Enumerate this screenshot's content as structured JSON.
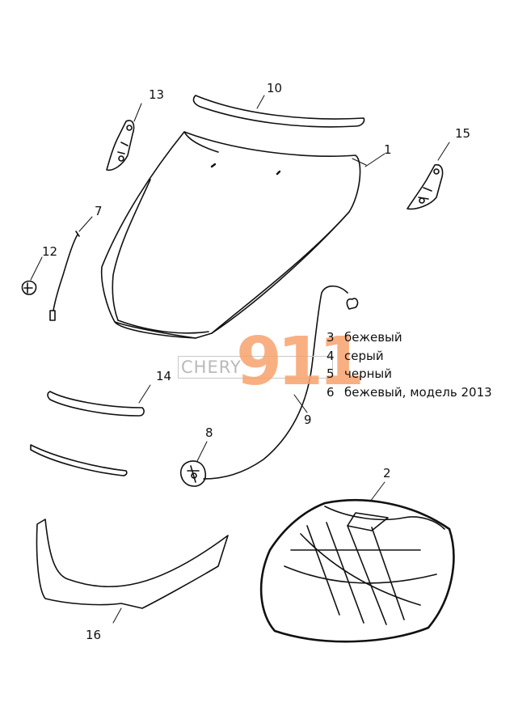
{
  "callouts": [
    {
      "id": "1",
      "label": "1"
    },
    {
      "id": "2",
      "label": "2"
    },
    {
      "id": "7",
      "label": "7"
    },
    {
      "id": "8",
      "label": "8"
    },
    {
      "id": "9",
      "label": "9"
    },
    {
      "id": "10",
      "label": "10"
    },
    {
      "id": "12",
      "label": "12"
    },
    {
      "id": "13",
      "label": "13"
    },
    {
      "id": "14",
      "label": "14"
    },
    {
      "id": "15",
      "label": "15"
    },
    {
      "id": "16",
      "label": "16"
    }
  ],
  "legend": [
    {
      "code": "3",
      "text": "бежевый"
    },
    {
      "code": "4",
      "text": "серый"
    },
    {
      "code": "5",
      "text": "черный"
    },
    {
      "code": "6",
      "text": "бежевый, модель 2013"
    }
  ],
  "watermark": {
    "brand": "CHERY",
    "number": "911",
    "accent_color": "#f7a36e"
  }
}
